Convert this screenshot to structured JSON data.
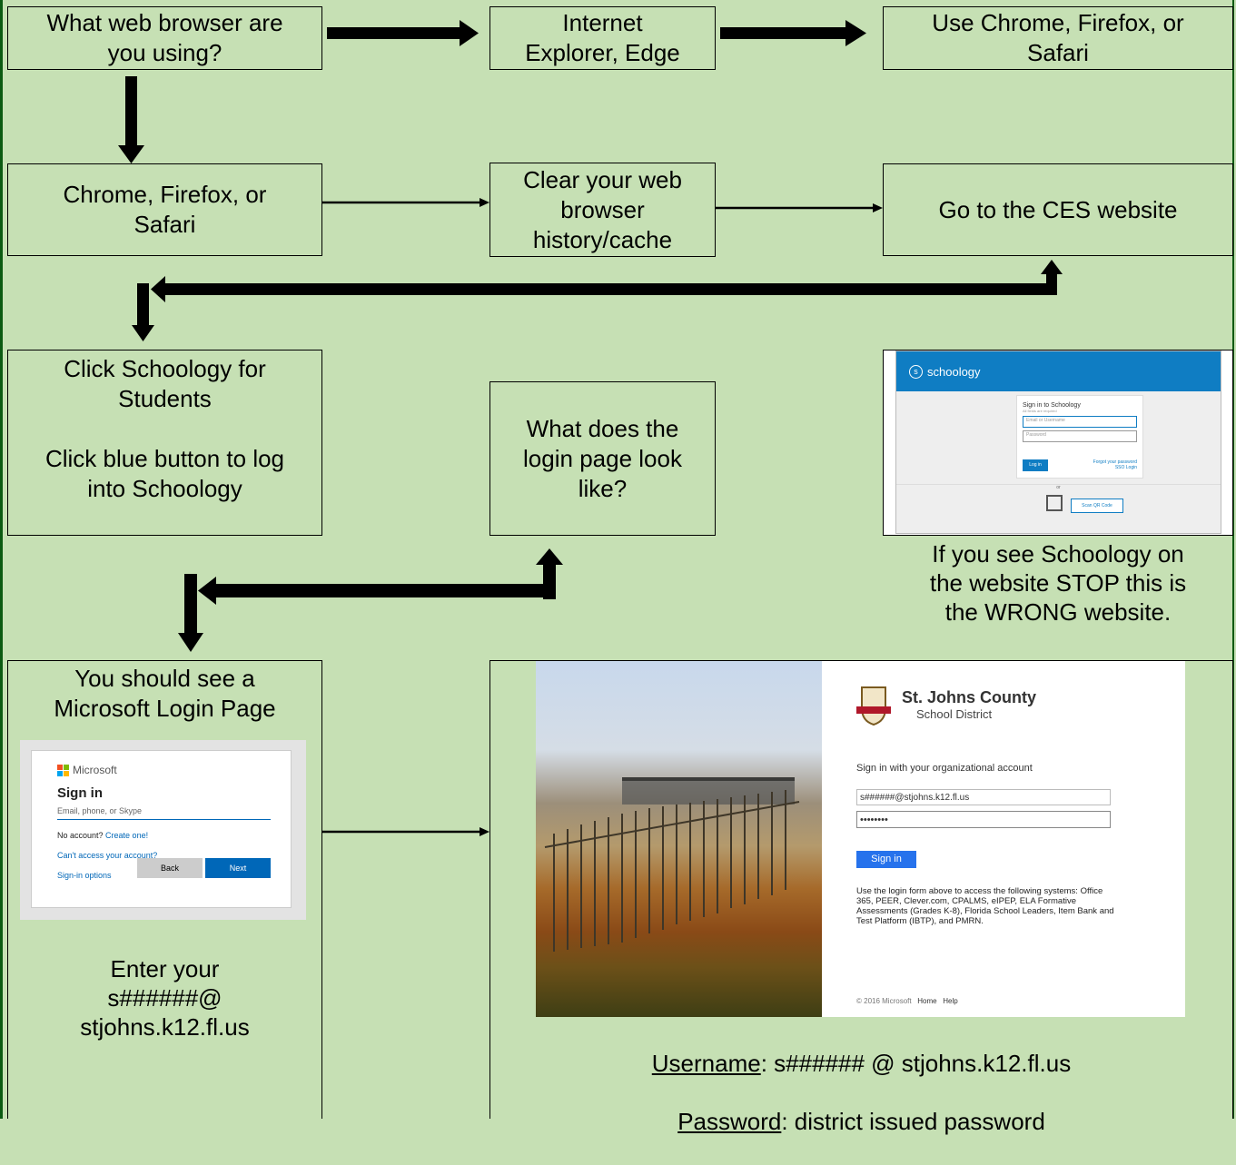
{
  "boxes": {
    "q_browser": "What web browser are\nyou using?",
    "ie_edge": "Internet\nExplorer, Edge",
    "use_other": "Use Chrome, Firefox, or\nSafari",
    "chrome": "Chrome, Firefox, or\nSafari",
    "clear_cache": "Clear your web\nbrowser\nhistory/cache",
    "ces": "Go to the CES website",
    "click_schoology": "Click Schoology for\nStudents\n\nClick blue button to log\ninto Schoology",
    "login_look": "What does the\nlogin page look\nlike?",
    "ms_heading": "You should see a\nMicrosoft Login Page",
    "enter": "Enter your\ns######@\nstjohns.k12.fl.us"
  },
  "wrong_note": "If you see Schoology on\nthe website STOP this is\nthe WRONG website.",
  "credentials": {
    "user_label": "Username",
    "user_value": ":  s###### @ stjohns.k12.fl.us",
    "pass_label": "Password",
    "pass_value": ": district issued password"
  },
  "schoology_shot": {
    "brand": "schoology",
    "heading": "Sign in to Schoology",
    "required": "All fields are required",
    "email_ph": "Email or Username",
    "password_ph": "Password",
    "login_btn": "Log in",
    "forgot": "Forgot your password",
    "sso": "SSO Login",
    "or": "or",
    "qr_btn": "Scan QR Code"
  },
  "ms_shot": {
    "brand": "Microsoft",
    "title": "Sign in",
    "input_ph": "Email, phone, or Skype",
    "no_account": "No account? ",
    "create": "Create one!",
    "cant_access": "Can't access your account?",
    "options": "Sign-in options",
    "back": "Back",
    "next": "Next"
  },
  "sj_shot": {
    "org_line1": "St. Johns County",
    "org_line2": "School District",
    "prompt": "Sign in with your organizational account",
    "username": "s######@stjohns.k12.fl.us",
    "password": "••••••••",
    "signin": "Sign in",
    "info": "Use the login form above to access the following systems: Office 365, PEER, Clever.com, CPALMS, eIPEP, ELA Formative Assessments (Grades K-8), Florida School Leaders, Item Bank and Test Platform (IBTP), and PMRN.",
    "copyright": "© 2016 Microsoft",
    "home": "Home",
    "help": "Help"
  }
}
